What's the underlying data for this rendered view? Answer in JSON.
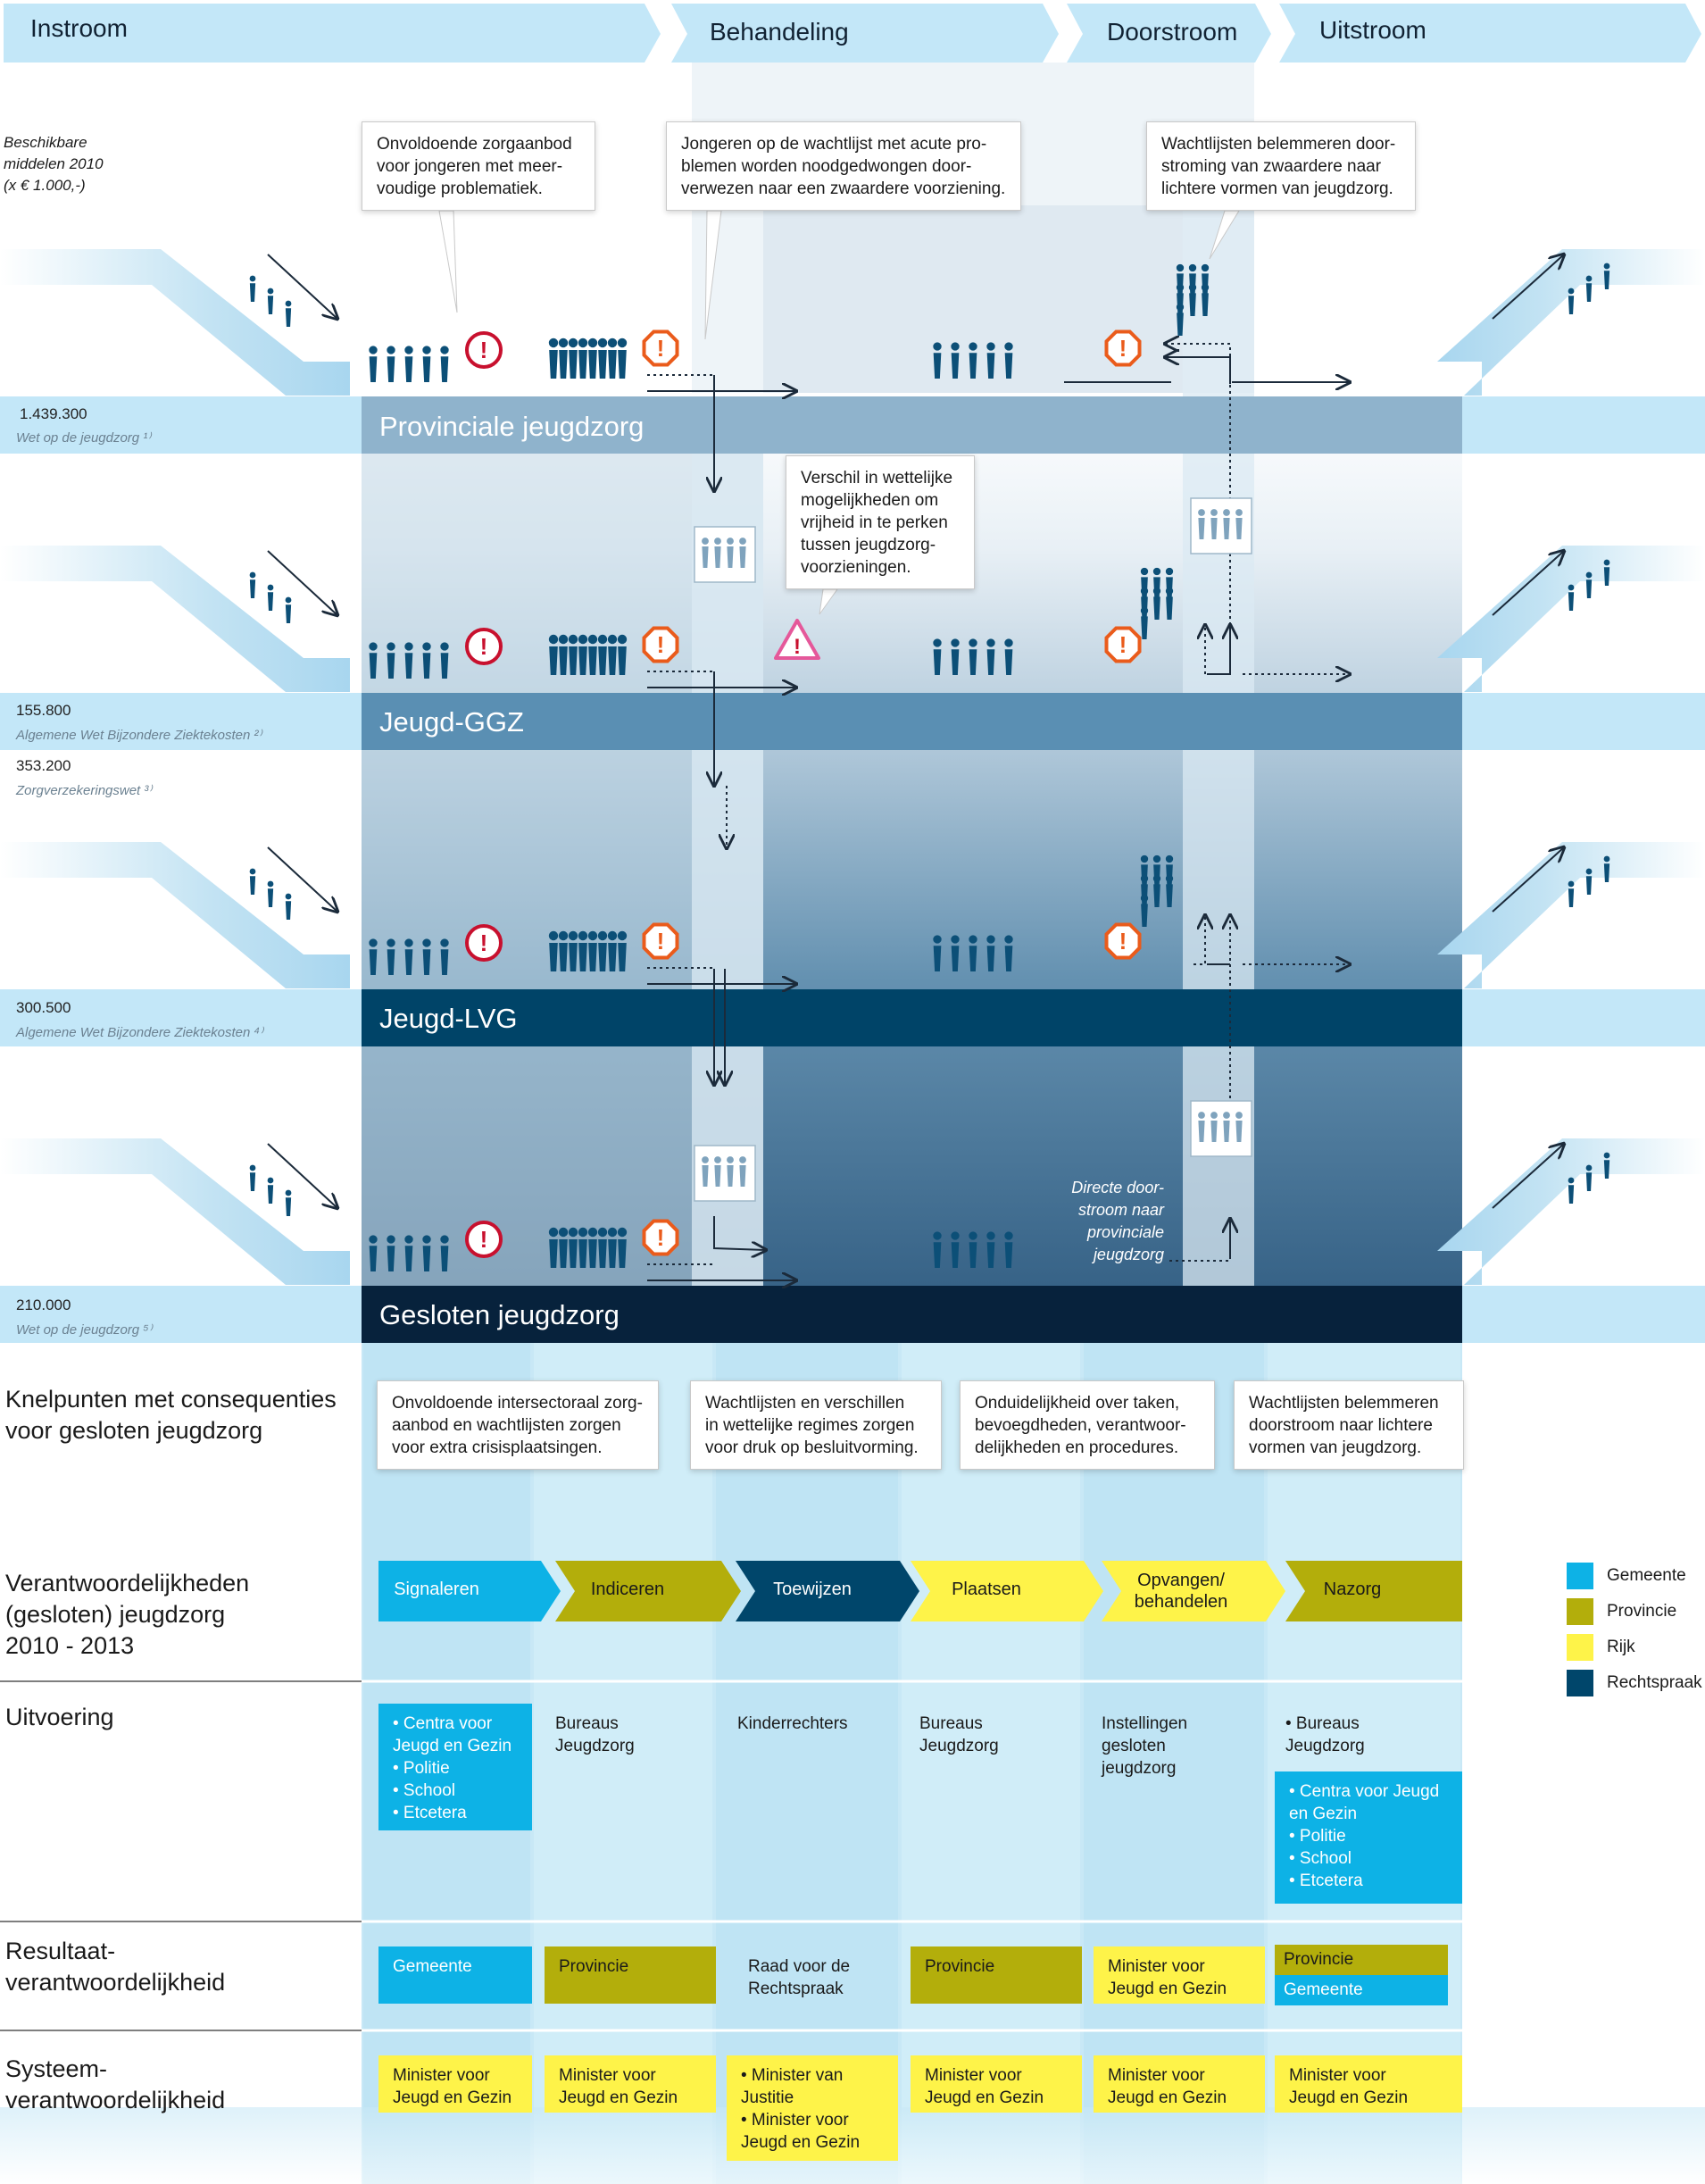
{
  "phases": [
    "Instroom",
    "Behandeling",
    "Doorstroom",
    "Uitstroom"
  ],
  "funds_header": "Beschikbare\nmiddelen 2010\n(x € 1.000,-)",
  "bands": [
    {
      "name": "Provinciale jeugdzorg",
      "amount": "1.439.300",
      "law": "Wet op de jeugdzorg ¹⁾",
      "color": "#8fb3cc"
    },
    {
      "name": "Jeugd-GGZ",
      "amount": "155.800",
      "law": "Algemene Wet Bijzondere Ziektekosten ²⁾",
      "amount2": "353.200",
      "law2": "Zorgverzekeringswet ³⁾",
      "color": "#5a8fb3"
    },
    {
      "name": "Jeugd-LVG",
      "amount": "300.500",
      "law": "Algemene Wet Bijzondere Ziektekosten ⁴⁾",
      "color": "#004468"
    },
    {
      "name": "Gesloten jeugdzorg",
      "amount": "210.000",
      "law": "Wet op de jeugdzorg ⁵⁾",
      "color": "#07223c"
    }
  ],
  "top_callouts": [
    "Onvoldoende zorgaanbod\nvoor jongeren met meer-\nvoudige problematiek.",
    "Jongeren op de wachtlijst met acute pro-\nblemen worden noodgedwongen door-\nverwezen naar een zwaardere voorziening.",
    "Wachtlijsten belemmeren door-\nstroming van zwaardere naar\nlichtere vormen van jeugdzorg.",
    "Verschil in wettelijke\nmogelijkheden om\nvrijheid in te perken\ntussen jeugdzorg-\nvoorzieningen."
  ],
  "direct_note": "Directe door-\nstroom naar\nprovinciale\njeugdzorg",
  "knelpunten_title": "Knelpunten met consequenties\nvoor gesloten jeugdzorg",
  "knelpunten": [
    "Onvoldoende intersectoraal zorg-\naanbod en wachtlijsten zorgen\nvoor extra crisisplaatsingen.",
    "Wachtlijsten en verschillen\nin wettelijke regimes zorgen\nvoor druk op besluitvorming.",
    "Onduidelijkheid over taken,\nbevoegdheden, verantwoor-\ndelijkheden en procedures.",
    "Wachtlijsten belemmeren\ndoorstroom naar lichtere\nvormen van jeugdzorg."
  ],
  "responsibilities_title": "Verantwoordelijkheden\n(gesloten) jeugdzorg\n2010 - 2013",
  "process_steps": [
    {
      "label": "Signaleren",
      "color": "#0db2e6"
    },
    {
      "label": "Indiceren",
      "color": "#b3ae0b"
    },
    {
      "label": "Toewijzen",
      "color": "#00466b"
    },
    {
      "label": "Plaatsen",
      "color": "#fef349"
    },
    {
      "label": "Opvangen/\nbehandelen",
      "color": "#fef349"
    },
    {
      "label": "Nazorg",
      "color": "#b3ae0b"
    }
  ],
  "legend": [
    {
      "label": "Gemeente",
      "color": "#0db2e6"
    },
    {
      "label": "Provincie",
      "color": "#b3ae0b"
    },
    {
      "label": "Rijk",
      "color": "#fef349"
    },
    {
      "label": "Rechtspraak",
      "color": "#00466b"
    }
  ],
  "uitvoering_title": "Uitvoering",
  "uitvoering": [
    {
      "text": "• Centra voor\n   Jeugd en Gezin\n• Politie\n• School\n• Etcetera",
      "fill": "#0db2e6"
    },
    {
      "text": "Bureaus\nJeugdzorg",
      "fill": ""
    },
    {
      "text": "Kinderrechters",
      "fill": ""
    },
    {
      "text": "Bureaus\nJeugdzorg",
      "fill": ""
    },
    {
      "text": "Instellingen\ngesloten\njeugdzorg",
      "fill": ""
    },
    {
      "text": "• Bureaus\n   Jeugdzorg",
      "fill": "",
      "extra": "• Centra voor Jeugd\n   en Gezin\n• Politie\n• School\n• Etcetera"
    }
  ],
  "resultaat_title": "Resultaat-\nverantwoordelijkheid",
  "resultaat": [
    {
      "text": "Gemeente",
      "fill": "#0db2e6"
    },
    {
      "text": "Provincie",
      "fill": "#b3ae0b"
    },
    {
      "text": "Raad voor de\nRechtspraak",
      "fill": ""
    },
    {
      "text": "Provincie",
      "fill": "#b3ae0b"
    },
    {
      "text": "Minister voor\nJeugd en Gezin",
      "fill": "#fef349"
    },
    {
      "text": "Provincie",
      "fill": "#b3ae0b",
      "extra": "Gemeente"
    }
  ],
  "systeem_title": "Systeem-\nverantwoordelijkheid",
  "systeem": [
    "Minister voor\nJeugd en Gezin",
    "Minister voor\nJeugd en Gezin",
    "• Minister van\n   Justitie\n• Minister voor\n   Jeugd en Gezin",
    "Minister voor\nJeugd en Gezin",
    "Minister voor\nJeugd en Gezin",
    "Minister voor\nJeugd en Gezin"
  ]
}
